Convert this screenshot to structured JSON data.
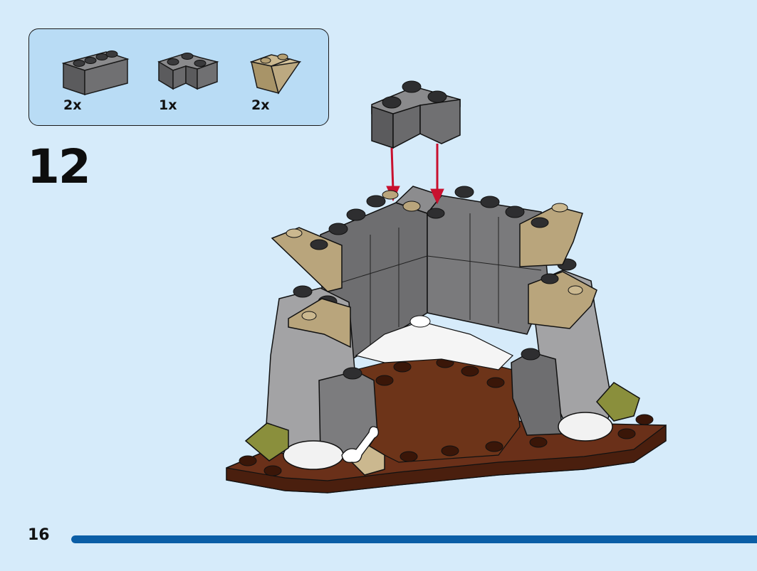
{
  "parts_list": {
    "items": [
      {
        "name": "dark-grey-brick-1x4",
        "color": "#6e6e70",
        "quantity": "2x"
      },
      {
        "name": "dark-grey-corner-brick",
        "color": "#6e6e70",
        "quantity": "1x"
      },
      {
        "name": "tan-slope-brick",
        "color": "#b9a57c",
        "quantity": "2x"
      }
    ]
  },
  "step": {
    "number": "12"
  },
  "footer": {
    "page_number": "16",
    "progress": 1.0
  },
  "colors": {
    "page_bg": "#d6ebfa",
    "parts_box_bg": "#b9dcf5",
    "dark_grey": "#6e6e70",
    "light_grey": "#a3a3a5",
    "tan": "#b9a57c",
    "brown": "#5a2a14",
    "olive": "#8a8f3c",
    "arrow_red": "#c8102e",
    "progress_blue": "#0b5ea6"
  }
}
